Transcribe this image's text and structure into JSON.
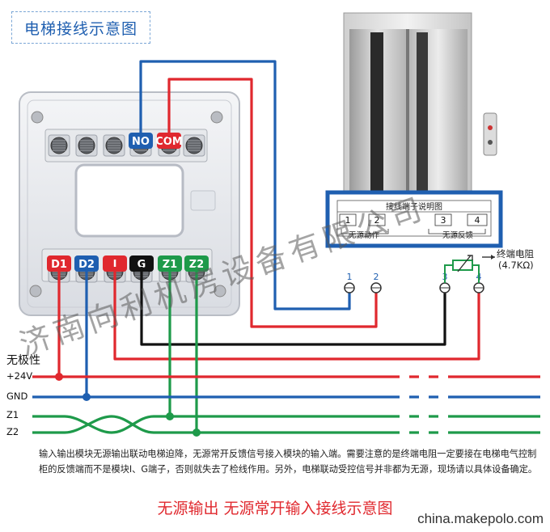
{
  "title": "电梯接线示意图",
  "module_terminals_top": [
    "NO",
    "COM"
  ],
  "module_terminals_bottom": [
    "D1",
    "D2",
    "I",
    "G",
    "Z1",
    "Z2"
  ],
  "terminal_block_title": "接线端子说明图",
  "terminal_numbers": [
    "1",
    "2",
    "3",
    "4"
  ],
  "terminal_groups": [
    "无源动作",
    "无源反馈"
  ],
  "terminal_wire_labels": [
    "1",
    "2",
    "3",
    "4"
  ],
  "resistor_label": "终端电阻",
  "resistor_value": "(4.7KΩ)",
  "bus": {
    "heading": "无极性",
    "lines": [
      "+24V",
      "GND",
      "Z1",
      "Z2"
    ]
  },
  "description": "输入输出模块无源输出联动电梯迫降，无源常开反馈信号接入模块的输入端。需要注意的是终端电阻一定要接在电梯电气控制柜的反馈端而不是模块I、G端子，否则就失去了检线作用。另外，电梯联动受控信号并非都为无源，现场请以具体设备确定。",
  "caption": "无源输出 无源常开输入接线示意图",
  "watermark": "济南向利机房设备有限公司",
  "website": "china.makepolo.com",
  "colors": {
    "red": "#e0282e",
    "blue": "#1f5fb0",
    "green": "#1e9a4a",
    "black": "#111111"
  }
}
